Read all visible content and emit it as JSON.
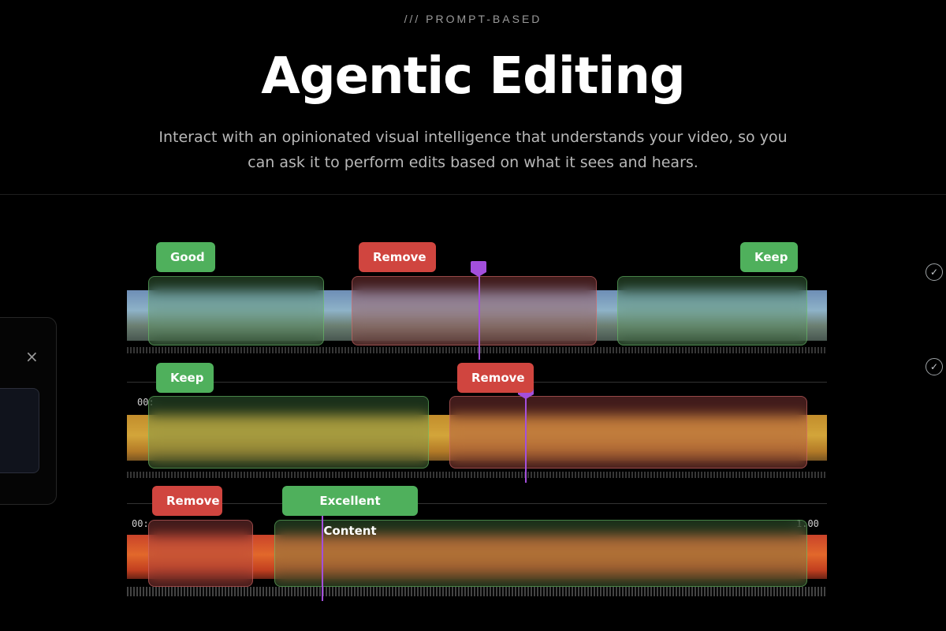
{
  "header": {
    "eyebrow": "/// PROMPT-BASED",
    "title": "Agentic Editing",
    "subtitle": "Interact with an opinionated visual intelligence that understands your video, so you can ask it to perform edits based on what it sees and hears."
  },
  "side_panel": {
    "close_glyph": "×"
  },
  "tracks": [
    {
      "tags": [
        {
          "label": "Good",
          "kind": "keep"
        },
        {
          "label": "Remove",
          "kind": "remove"
        },
        {
          "label": "Keep",
          "kind": "keep"
        }
      ],
      "verified": true
    },
    {
      "timestamp_start": "00:",
      "tags": [
        {
          "label": "Keep",
          "kind": "keep"
        },
        {
          "label": "Remove",
          "kind": "remove"
        }
      ],
      "verified": true
    },
    {
      "timestamp_start": "00:",
      "timestamp_end": "1.00",
      "tags": [
        {
          "label": "Remove",
          "kind": "remove"
        },
        {
          "label": "Excellent Content",
          "kind": "keep"
        }
      ]
    }
  ],
  "colors": {
    "keep": "#4fb05c",
    "remove": "#d0453f",
    "playhead": "#a34fdc",
    "background": "#000000"
  },
  "icons": {
    "check": "check-circle-icon",
    "close": "close-icon"
  }
}
